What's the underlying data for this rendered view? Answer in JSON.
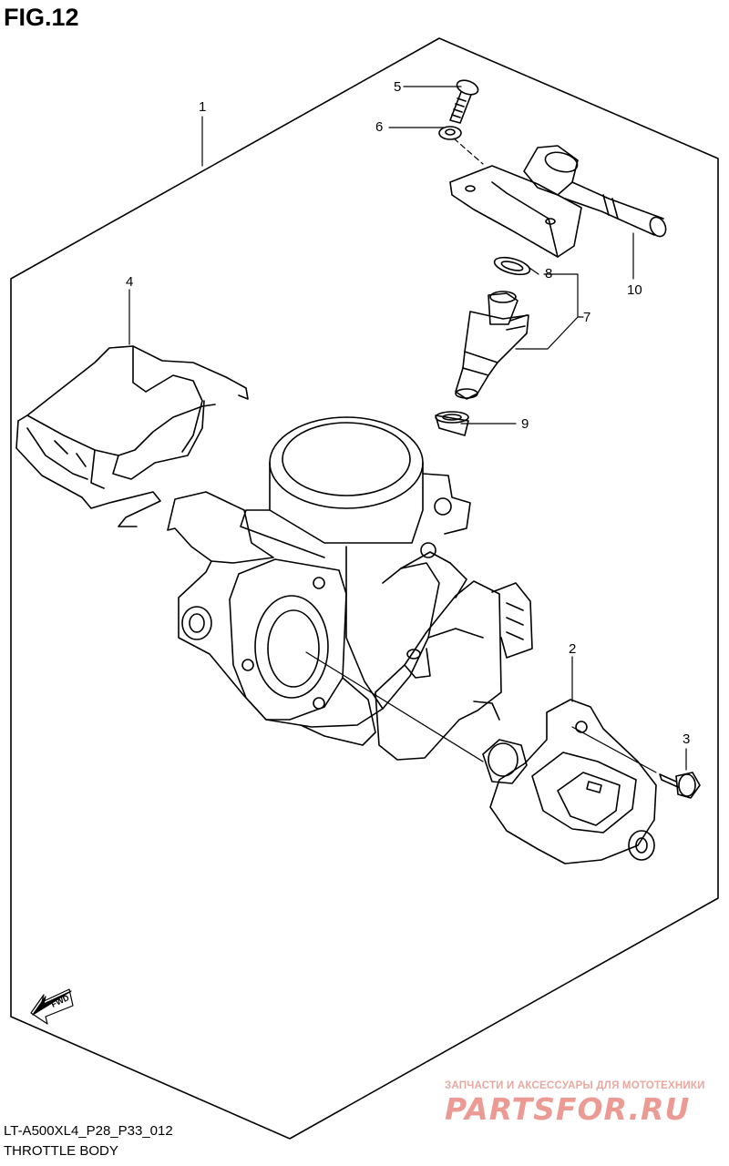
{
  "figure": {
    "title": "FIG.12"
  },
  "callouts": [
    "1",
    "2",
    "3",
    "4",
    "5",
    "6",
    "7",
    "8",
    "9",
    "10"
  ],
  "fwd_label": "FWD",
  "footer": {
    "code": "LT-A500XL4_P28_P33_012",
    "name": "THROTTLE BODY"
  },
  "watermark": {
    "tagline": "ЗАПЧАСТИ И АКСЕССУАРЫ ДЛЯ МОТОТЕХНИКИ",
    "logo": "PARTSFOR.RU"
  },
  "colors": {
    "ink": "#000000",
    "watermark": "#ec9b94"
  }
}
